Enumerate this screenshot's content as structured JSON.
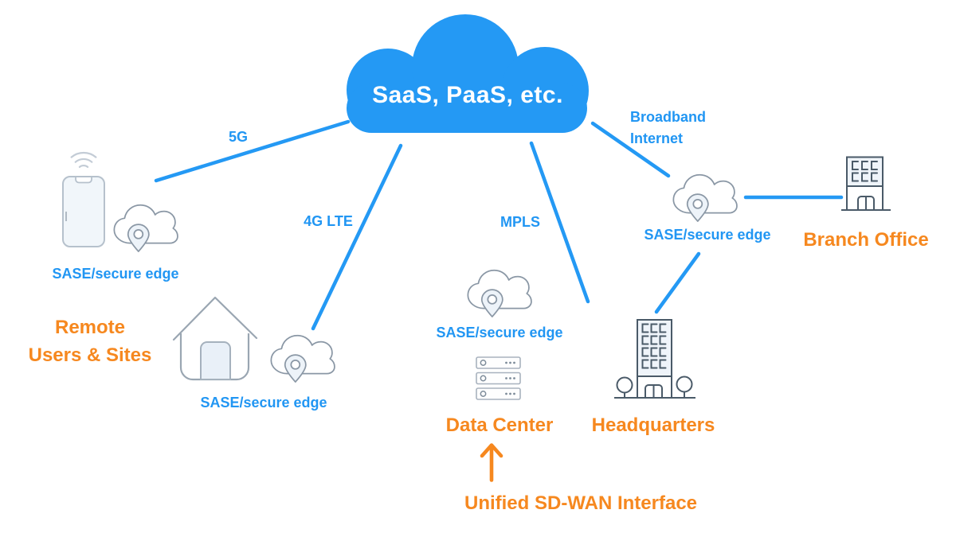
{
  "colors": {
    "link_blue": "#2499F4",
    "label_blue": "#2196F3",
    "accent_orange": "#F6881F",
    "icon_outline_gray": "#8A97A5",
    "building_outline": "#4A5A68",
    "light_fill": "#EDF3F9",
    "background": "#FFFFFF"
  },
  "cloud": {
    "label": "SaaS, PaaS, etc.",
    "icon": "cloud-icon"
  },
  "connections": {
    "five_g": {
      "label": "5G"
    },
    "four_g_lte": {
      "label": "4G LTE"
    },
    "mpls": {
      "label": "MPLS"
    },
    "broadband": {
      "line1": "Broadband",
      "line2": "Internet"
    }
  },
  "nodes": {
    "remote_phone": {
      "edge_label": "SASE/secure edge",
      "icon": "smartphone-wifi-icon"
    },
    "remote_site": {
      "edge_label": "SASE/secure edge",
      "icon": "house-icon"
    },
    "remote_group": {
      "line1": "Remote",
      "line2": "Users & Sites"
    },
    "data_center": {
      "label": "Data Center",
      "edge_label": "SASE/secure edge",
      "icon": "server-stack-icon"
    },
    "headquarters": {
      "label": "Headquarters",
      "icon": "office-building-icon"
    },
    "branch_office": {
      "label": "Branch Office",
      "edge_label": "SASE/secure edge",
      "icon": "small-building-icon"
    },
    "sdwan": {
      "label": "Unified SD-WAN Interface",
      "icon": "up-arrow-icon"
    }
  },
  "icons": {
    "saas_cloud": "cloud-icon",
    "sase_edge": "cloud-location-pin-icon",
    "remote_phone": "smartphone-wifi-icon",
    "remote_site": "house-icon",
    "data_center": "server-stack-icon",
    "headquarters": "office-building-icon",
    "branch_office": "small-building-icon",
    "sdwan_arrow": "up-arrow-icon"
  }
}
